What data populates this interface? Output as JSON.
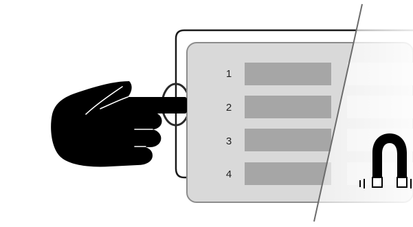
{
  "rows": [
    {
      "number": "1"
    },
    {
      "number": "2"
    },
    {
      "number": "3"
    },
    {
      "number": "4"
    }
  ],
  "icons": {
    "hand": "pointing-hand-icon",
    "magnet": "magnet-icon"
  },
  "colors": {
    "card_fill": "#d9d9d9",
    "card_stroke": "#8c8c8c",
    "bar_fill": "#a6a6a6",
    "outline": "#1a1a1a",
    "hand_fill": "#000000"
  }
}
